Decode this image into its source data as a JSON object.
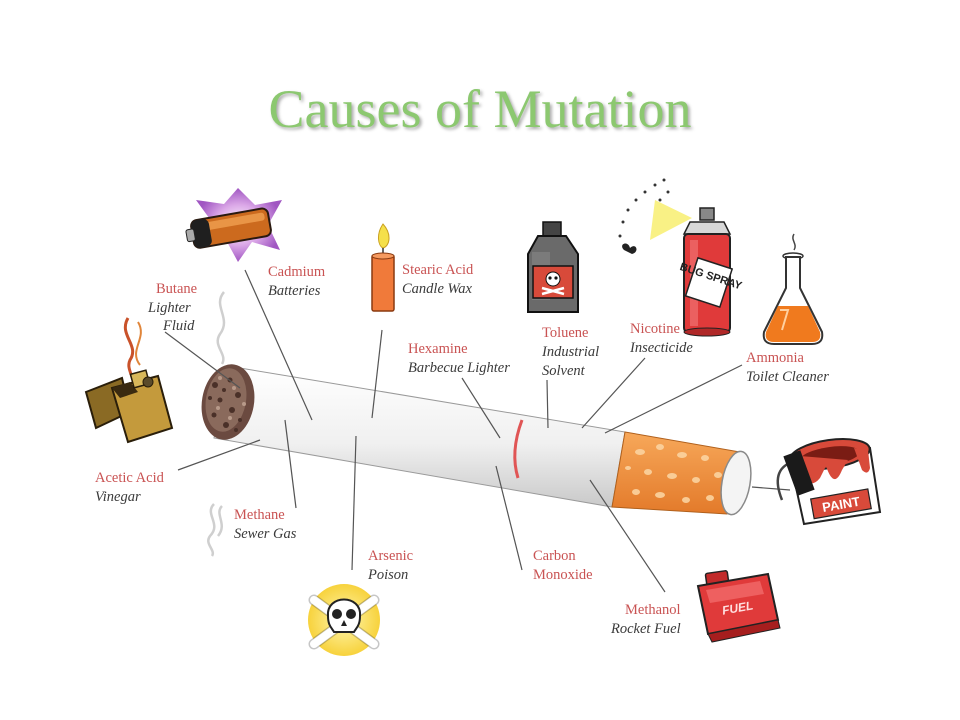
{
  "title": "Causes of Mutation",
  "colors": {
    "title": "#8cc870",
    "chemical_label": "#c95353",
    "source_label": "#3a3a3a",
    "filter": "#f08a3c",
    "leader_line": "#555555"
  },
  "labels": {
    "butane": {
      "chemical": "Butane",
      "source_line1": "Lighter",
      "source_line2": "Fluid"
    },
    "cadmium": {
      "chemical": "Cadmium",
      "source": "Batteries"
    },
    "stearic": {
      "chemical": "Stearic Acid",
      "source": "Candle Wax"
    },
    "hexamine": {
      "chemical": "Hexamine",
      "source": "Barbecue Lighter"
    },
    "toluene": {
      "chemical": "Toluene",
      "source_line1": "Industrial",
      "source_line2": "Solvent"
    },
    "nicotine": {
      "chemical": "Nicotine",
      "source": "Insecticide"
    },
    "ammonia": {
      "chemical": "Ammonia",
      "source": "Toilet Cleaner"
    },
    "acetic": {
      "chemical": "Acetic Acid",
      "source": "Vinegar"
    },
    "methane": {
      "chemical": "Methane",
      "source": "Sewer Gas"
    },
    "arsenic": {
      "chemical": "Arsenic",
      "source": "Poison"
    },
    "carbon": {
      "chemical_line1": "Carbon",
      "chemical_line2": "Monoxide"
    },
    "methanol": {
      "chemical": "Methanol",
      "source": "Rocket Fuel"
    }
  },
  "icons": {
    "lighter": "lighter-icon",
    "battery": "battery-icon",
    "candle": "candle-icon",
    "poison_bottle": "poison-bottle-icon",
    "bug_spray": "bug-spray-can-icon",
    "flask": "flask-icon",
    "paint_can": "paint-can-icon",
    "fuel_can": "fuel-can-icon",
    "skull": "skull-crossbones-icon",
    "gas_wisp": "gas-wisp-icon"
  },
  "icon_text": {
    "bug_spray": "BUG SPRAY",
    "paint": "PAINT",
    "fuel": "FUEL"
  }
}
